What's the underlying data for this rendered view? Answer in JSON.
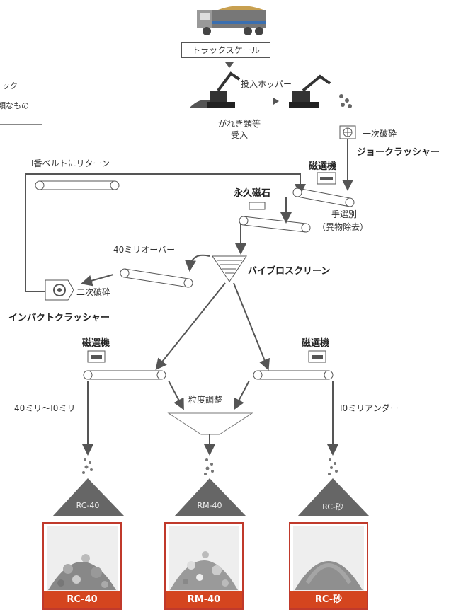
{
  "legend": {
    "line1": "ック",
    "line2": "類なもの"
  },
  "truck_scale": "トラックスケール",
  "hopper": "投入ホッパー",
  "receiving": {
    "line1": "がれき類等",
    "line2": "受入"
  },
  "primary_crush": "一次破砕",
  "jaw_crusher": "ジョークラッシャー",
  "return_belt": "I番ベルトにリターン",
  "magnetic_separator": "磁選機",
  "permanent_magnet": "永久磁石",
  "hand_sort": {
    "line1": "手選別",
    "line2": "（異物除去）"
  },
  "over_40": "40ミリオーバー",
  "vibro_screen": "バイブロスクリーン",
  "secondary_crush": "二次破砕",
  "impact_crusher": "インパクトクラッシャー",
  "mag_left": "磁選機",
  "mag_right": "磁選機",
  "size_40_10": "40ミリ〜I0ミリ",
  "grain_adjust": "粒度調整",
  "under_10": "I0ミリアンダー",
  "piles": [
    "RC-40",
    "RM-40",
    "RC-砂"
  ],
  "products": [
    "RC-40",
    "RM-40",
    "RC-砂"
  ],
  "colors": {
    "arrow": "#555555",
    "product_frame": "#c0392b",
    "product_caption": "#d4451f",
    "pile": "#666666"
  },
  "icons": [
    "dump-truck-icon",
    "excavator-icon",
    "jaw-crusher-icon",
    "magnet-icon",
    "vibro-screen-icon",
    "impact-crusher-icon"
  ]
}
